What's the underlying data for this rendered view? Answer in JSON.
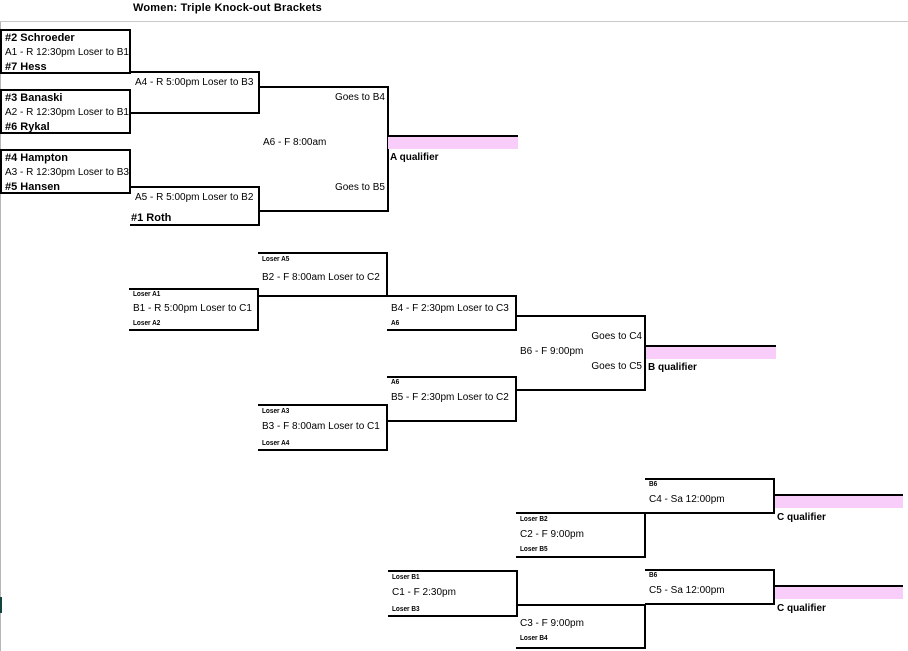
{
  "page": {
    "title": "Women: Triple Knock-out Brackets",
    "accent_pink": "#f9cdf9",
    "line_color": "#000000"
  },
  "bracket_a": {
    "seeds": [
      {
        "top": "#2 Schroeder",
        "match": "A1 - R 12:30pm   Loser to B1",
        "bottom": "#7 Hess"
      },
      {
        "top": "#3 Banaski",
        "match": "A2 - R 12:30pm   Loser to B1",
        "bottom": "#6 Rykal"
      },
      {
        "top": "#4 Hampton",
        "match": "A3 - R 12:30pm   Loser to B3",
        "bottom": "#5 Hansen"
      }
    ],
    "round2": [
      {
        "match": "A4 - R 5:00pm   Loser to B3",
        "bottom": ""
      },
      {
        "match": "A5 - R 5:00pm   Loser to B2",
        "bottom": "#1 Roth"
      }
    ],
    "final": {
      "match": "A6 - F 8:00am",
      "goes_to_upper": "Goes to B4",
      "goes_to_lower": "Goes to B5"
    },
    "qualifier_label": "A qualifier"
  },
  "bracket_b": {
    "round1": [
      {
        "feed_top": "Loser A1",
        "match": "B1 - R 5:00pm   Loser to C1",
        "feed_bottom": "Loser A2"
      }
    ],
    "round2": [
      {
        "feed_top": "Loser A5",
        "match": "B2 - F 8:00am   Loser to C2",
        "feed_bottom": ""
      },
      {
        "feed_top": "Loser A3",
        "match": "B3 - F 8:00am   Loser to C1",
        "feed_bottom": "Loser A4"
      }
    ],
    "round3": [
      {
        "feed_top": "",
        "match": "B4 - F 2:30pm   Loser to C3",
        "feed_bottom": "A6"
      },
      {
        "feed_top": "A6",
        "match": "B5 - F 2:30pm   Loser to C2",
        "feed_bottom": ""
      }
    ],
    "final": {
      "match": "B6 - F 9:00pm",
      "goes_to_upper": "Goes to C4",
      "goes_to_lower": "Goes to C5"
    },
    "qualifier_label": "B qualifier"
  },
  "bracket_c": {
    "round1": [
      {
        "feed_top": "Loser B1",
        "match": "C1 - F 2:30pm",
        "feed_bottom": "Loser B3"
      }
    ],
    "round2": [
      {
        "feed_top": "Loser B2",
        "match": "C2 - F 9:00pm",
        "feed_bottom": "Loser B5"
      },
      {
        "feed_top": "",
        "match": "C3 - F 9:00pm",
        "feed_bottom": "Loser B4"
      }
    ],
    "finals": [
      {
        "feed_top": "B6",
        "match": "C4 - Sa 12:00pm",
        "qualifier_label": "C qualifier"
      },
      {
        "feed_top": "B6",
        "match": "C5 - Sa 12:00pm",
        "qualifier_label": "C qualifier"
      }
    ]
  }
}
